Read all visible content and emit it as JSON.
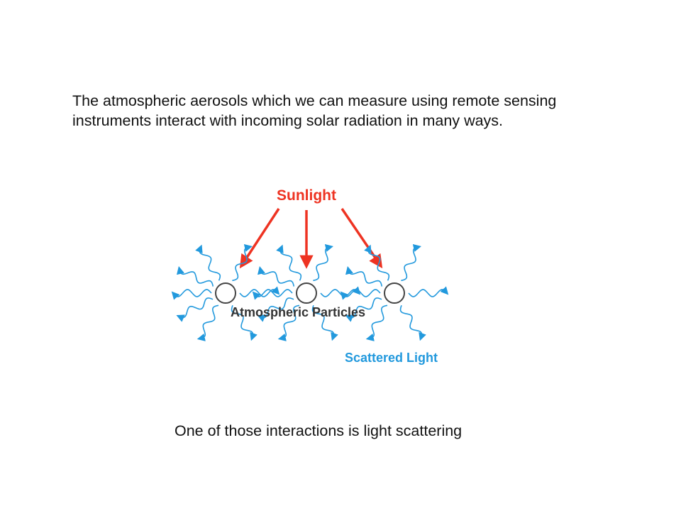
{
  "intro": {
    "line1": "The atmospheric aerosols which we can measure using remote sensing",
    "line2": "instruments interact with incoming solar radiation in many ways."
  },
  "diagram": {
    "sunlight_label": "Sunlight",
    "particles_label": "Atmospheric Particles",
    "scattered_label": "Scattered Light",
    "colors": {
      "sunlight": "#ee3322",
      "scattered": "#2299dd",
      "particle_stroke": "#444444",
      "particles_text": "#333333"
    }
  },
  "caption": "One of those interactions is light scattering"
}
